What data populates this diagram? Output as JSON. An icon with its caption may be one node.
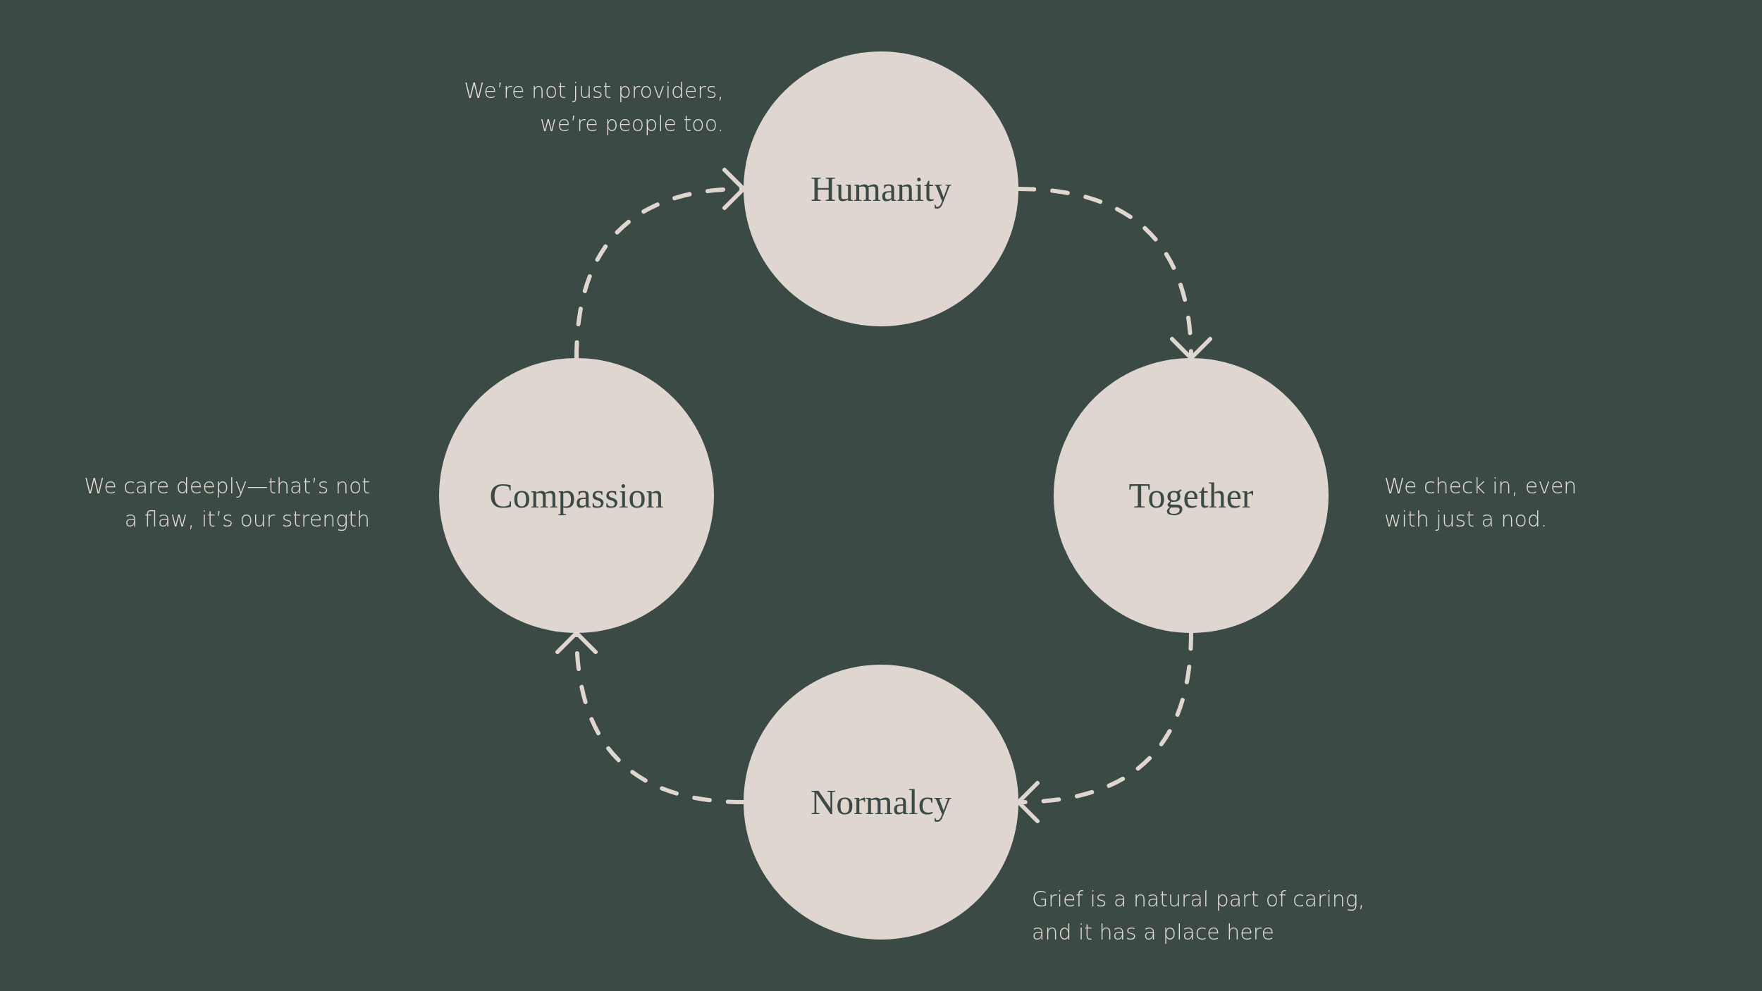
{
  "diagram": {
    "nodes": [
      {
        "text": [
          "Humanity"
        ],
        "beside": [
          "We’re not just providers, we’re people too."
        ]
      },
      {
        "text": [
          "Together"
        ],
        "beside": [
          "We check in, even with just a nod."
        ]
      },
      {
        "text": [
          "Normalcy"
        ],
        "beside": [
          "Grief is a natural part of caring, and it has a place here"
        ]
      },
      {
        "text": [
          "Compassion"
        ],
        "beside": [
          "We care deeply—that’s not a flaw, it’s our strength"
        ]
      }
    ],
    "edges": [
      {
        "from": 0,
        "to": 1,
        "arrow": "to",
        "style": "dashed"
      },
      {
        "from": 1,
        "to": 2,
        "arrow": "to",
        "style": "dashed"
      },
      {
        "from": 2,
        "to": 3,
        "arrow": "to",
        "style": "dashed"
      },
      {
        "from": 3,
        "to": 0,
        "arrow": "to",
        "style": "dashed"
      }
    ]
  }
}
